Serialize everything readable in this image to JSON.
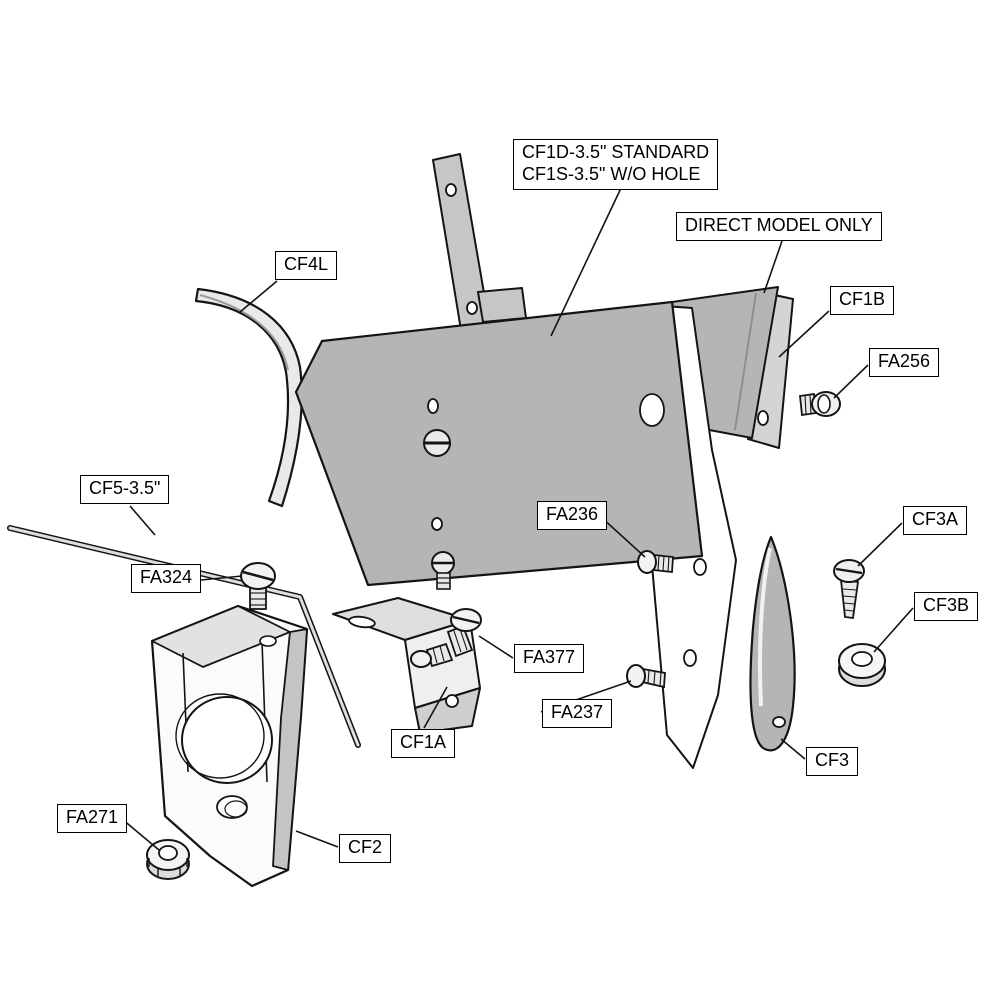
{
  "diagram": {
    "type": "exploded-parts-diagram",
    "labels": {
      "cf1d_line1": "CF1D-3.5\" STANDARD",
      "cf1d_line2": "CF1S-3.5\" W/O HOLE",
      "direct_model": "DIRECT MODEL ONLY",
      "cf4l": "CF4L",
      "cf1b": "CF1B",
      "fa256": "FA256",
      "cf5": "CF5-3.5\"",
      "fa324": "FA324",
      "fa236": "FA236",
      "cf3a": "CF3A",
      "cf3b": "CF3B",
      "fa377": "FA377",
      "fa237": "FA237",
      "cf1a": "CF1A",
      "cf3": "CF3",
      "cf2": "CF2",
      "fa271": "FA271"
    },
    "colors": {
      "background": "#ffffff",
      "outline": "#141414",
      "plate_gray": "#b5b5b5",
      "light_gray": "#d8d8d8",
      "fastener_gray": "#efefef"
    }
  }
}
